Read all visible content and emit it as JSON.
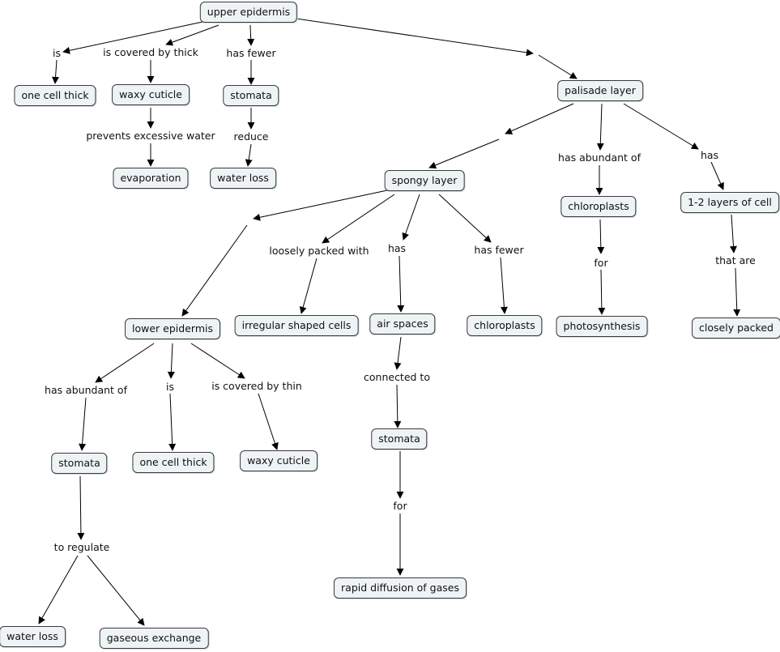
{
  "nodes": {
    "upper_epidermis": "upper epidermis",
    "one_cell_thick_top": "one cell thick",
    "waxy_cuticle_top": "waxy cuticle",
    "stomata_top": "stomata",
    "evaporation": "evaporation",
    "water_loss_top": "water loss",
    "palisade_layer": "palisade layer",
    "spongy_layer": "spongy layer",
    "chloroplasts_palisade": "chloroplasts",
    "layers_of_cell": "1-2 layers of cell",
    "photosynthesis": "photosynthesis",
    "closely_packed": "closely packed",
    "lower_epidermis": "lower epidermis",
    "irregular_cells": "irregular shaped cells",
    "air_spaces": "air spaces",
    "chloroplasts_spongy": "chloroplasts",
    "stomata_lower": "stomata",
    "one_cell_thick_lower": "one cell thick",
    "waxy_cuticle_lower": "waxy cuticle",
    "stomata_air": "stomata",
    "rapid_diffusion": "rapid diffusion of gases",
    "water_loss_bottom": "water loss",
    "gaseous_exchange": "gaseous exchange"
  },
  "links": {
    "is_top": "is",
    "covered_thick": "is covered by thick",
    "has_fewer_top": "has fewer",
    "prevents": "prevents excessive water",
    "reduce": "reduce",
    "blank_palisade": "",
    "blank_spongy": "",
    "abundant_palisade": "has abundant of",
    "has_palisade": "has",
    "for_palisade": "for",
    "that_are": "that are",
    "blank_lower": "",
    "loosely": "loosely packed with",
    "has_spongy": "has",
    "has_fewer_spongy": "has fewer",
    "connected": "connected to",
    "for_air": "for",
    "abundant_lower": "has abundant of",
    "is_lower": "is",
    "covered_thin": "is covered by thin",
    "to_regulate": "to regulate"
  }
}
